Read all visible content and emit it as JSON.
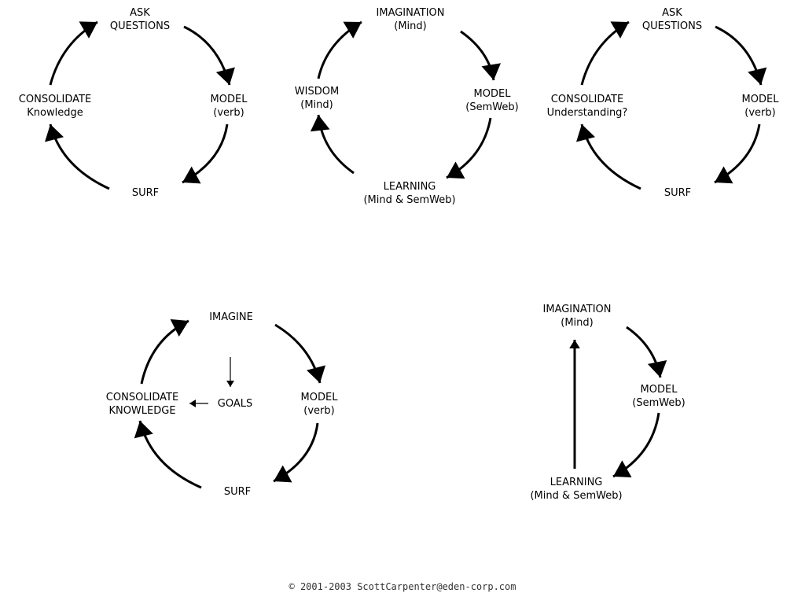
{
  "diagrams": [
    {
      "name": "cycle-ask-questions-knowledge",
      "nodes": [
        {
          "id": "ask",
          "lines": [
            "ASK",
            "QUESTIONS"
          ]
        },
        {
          "id": "model",
          "lines": [
            "MODEL",
            "(verb)"
          ]
        },
        {
          "id": "surf",
          "lines": [
            "SURF"
          ]
        },
        {
          "id": "consolidate",
          "lines": [
            "CONSOLIDATE",
            "Knowledge"
          ]
        }
      ]
    },
    {
      "name": "cycle-imagination-wisdom",
      "nodes": [
        {
          "id": "imagination",
          "lines": [
            "IMAGINATION",
            "(Mind)"
          ]
        },
        {
          "id": "model",
          "lines": [
            "MODEL",
            "(SemWeb)"
          ]
        },
        {
          "id": "learning",
          "lines": [
            "LEARNING",
            "(Mind & SemWeb)"
          ]
        },
        {
          "id": "wisdom",
          "lines": [
            "WISDOM",
            "(Mind)"
          ]
        }
      ]
    },
    {
      "name": "cycle-ask-questions-understanding",
      "nodes": [
        {
          "id": "ask",
          "lines": [
            "ASK",
            "QUESTIONS"
          ]
        },
        {
          "id": "model",
          "lines": [
            "MODEL",
            "(verb)"
          ]
        },
        {
          "id": "surf",
          "lines": [
            "SURF"
          ]
        },
        {
          "id": "consolidate",
          "lines": [
            "CONSOLIDATE",
            "Understanding?"
          ]
        }
      ]
    },
    {
      "name": "cycle-imagine-goals",
      "nodes": [
        {
          "id": "imagine",
          "lines": [
            "IMAGINE"
          ]
        },
        {
          "id": "model",
          "lines": [
            "MODEL",
            "(verb)"
          ]
        },
        {
          "id": "surf",
          "lines": [
            "SURF"
          ]
        },
        {
          "id": "consolidate",
          "lines": [
            "CONSOLIDATE",
            "KNOWLEDGE"
          ]
        },
        {
          "id": "goals",
          "lines": [
            "GOALS"
          ]
        }
      ]
    },
    {
      "name": "cycle-imagination-learning",
      "nodes": [
        {
          "id": "imagination",
          "lines": [
            "IMAGINATION",
            "(Mind)"
          ]
        },
        {
          "id": "model",
          "lines": [
            "MODEL",
            "(SemWeb)"
          ]
        },
        {
          "id": "learning",
          "lines": [
            "LEARNING",
            "(Mind & SemWeb)"
          ]
        }
      ]
    }
  ],
  "footer": "© 2001-2003 ScottCarpenter@eden-corp.com"
}
